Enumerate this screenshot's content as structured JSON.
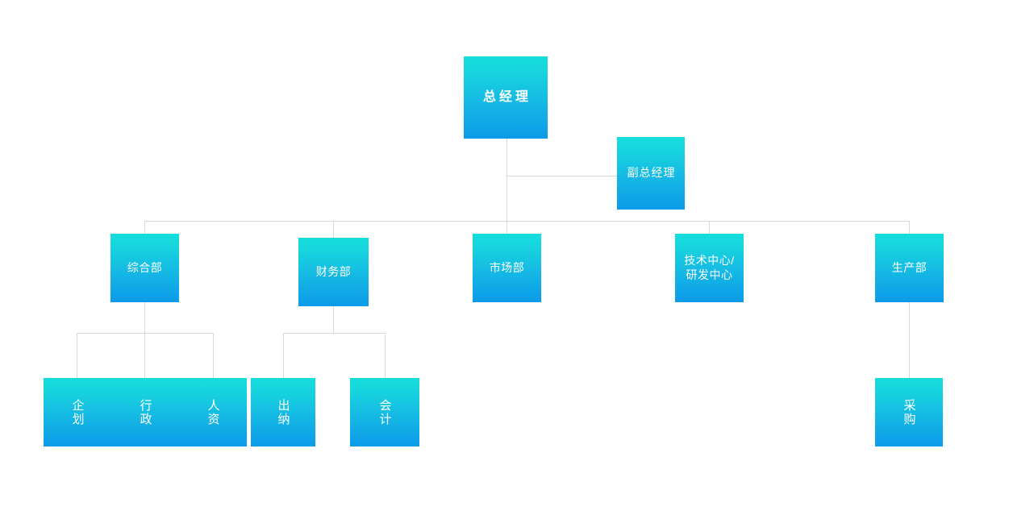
{
  "chart_data": {
    "type": "diagram",
    "title": "",
    "diagram_kind": "organizational-chart",
    "orientation": "top-down",
    "palette": {
      "node_gradient_top": "#14dedb",
      "node_gradient_bottom": "#0c9ae9",
      "node_text": "#ffffff",
      "connector": "#d8dada",
      "background": "#ffffff"
    },
    "nodes": [
      {
        "id": "gm",
        "label": "总经理",
        "level": 0,
        "parent": null
      },
      {
        "id": "dgm",
        "label": "副总经理",
        "level": 1,
        "parent": "gm"
      },
      {
        "id": "general",
        "label": "综合部",
        "level": 2,
        "parent": "gm"
      },
      {
        "id": "finance",
        "label": "财务部",
        "level": 2,
        "parent": "gm"
      },
      {
        "id": "market",
        "label": "市场部",
        "level": 2,
        "parent": "gm"
      },
      {
        "id": "tech",
        "label": "技术中心/\n研发中心",
        "level": 2,
        "parent": "gm"
      },
      {
        "id": "produce",
        "label": "生产部",
        "level": 2,
        "parent": "gm"
      },
      {
        "id": "planning",
        "label": "企划",
        "level": 3,
        "parent": "general"
      },
      {
        "id": "admin",
        "label": "行政",
        "level": 3,
        "parent": "general"
      },
      {
        "id": "hr",
        "label": "人资",
        "level": 3,
        "parent": "general"
      },
      {
        "id": "cashier",
        "label": "出纳",
        "level": 3,
        "parent": "finance"
      },
      {
        "id": "account",
        "label": "会计",
        "level": 3,
        "parent": "finance"
      },
      {
        "id": "purchase",
        "label": "采购",
        "level": 3,
        "parent": "produce"
      }
    ]
  },
  "nodes": {
    "gm": {
      "label": "总经理"
    },
    "dgm": {
      "label": "副总经理"
    },
    "general": {
      "label": "综合部"
    },
    "finance": {
      "label": "财务部"
    },
    "market": {
      "label": "市场部"
    },
    "tech": {
      "label": "技术中心/\n研发中心"
    },
    "produce": {
      "label": "生产部"
    },
    "planning": {
      "label": "企划"
    },
    "admin": {
      "label": "行政"
    },
    "hr": {
      "label": "人资"
    },
    "cashier": {
      "label": "出纳"
    },
    "account": {
      "label": "会计"
    },
    "purchase": {
      "label": "采购"
    }
  }
}
